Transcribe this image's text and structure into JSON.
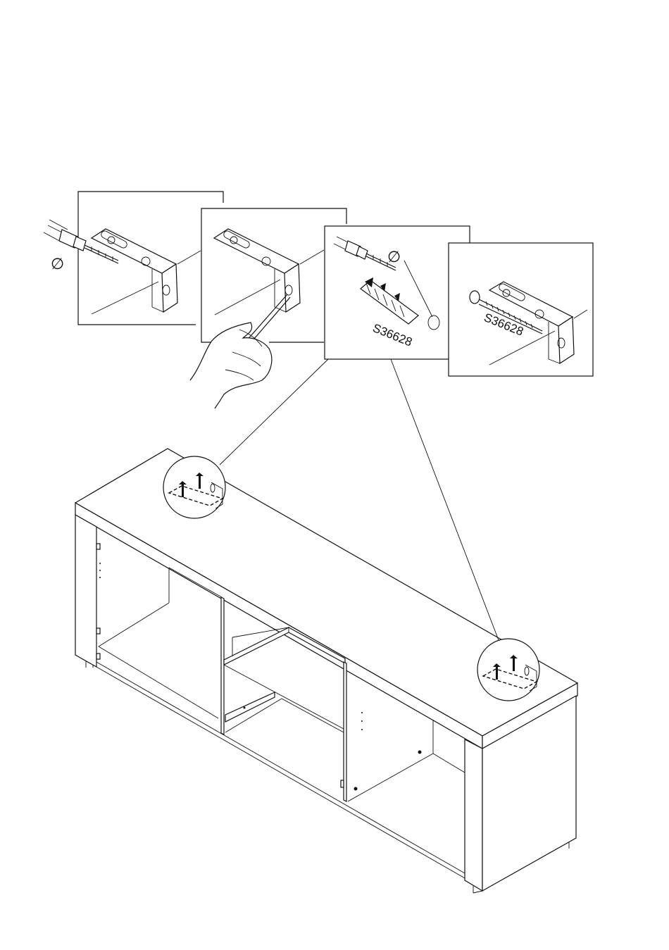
{
  "diagram": {
    "panels": [
      {
        "id": "drill-wall",
        "symbol": "∅"
      },
      {
        "id": "mark-hole",
        "symbol": ""
      },
      {
        "id": "plug-and-drill",
        "symbol": "∅",
        "part_label": "S36628"
      },
      {
        "id": "screw-bracket",
        "symbol": "",
        "part_label": "S36628"
      }
    ],
    "detail_circles": [
      "bracket-detail-left",
      "bracket-detail-right"
    ],
    "icons": [
      "drill-icon",
      "wall-bracket-icon",
      "pencil-icon",
      "hand-icon",
      "wall-plug-icon",
      "screw-icon"
    ]
  }
}
